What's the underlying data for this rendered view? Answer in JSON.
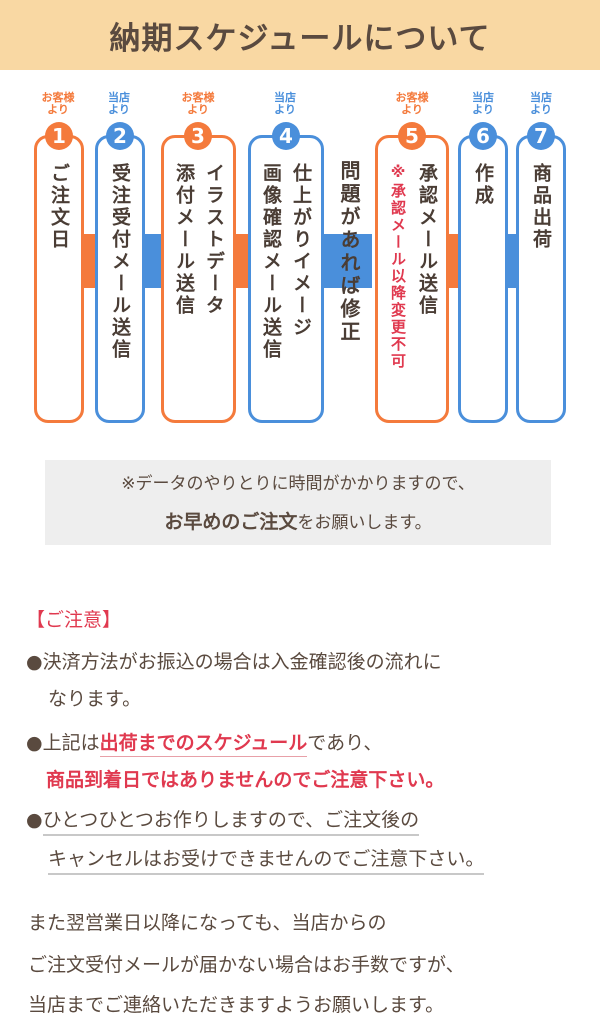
{
  "header": {
    "title": "納期スケジュールについて"
  },
  "steps": [
    {
      "num": "1",
      "from": "お客様\nより",
      "text": "ご注文日"
    },
    {
      "num": "2",
      "from": "当店\nより",
      "text": "受注受付メール送信"
    },
    {
      "num": "3",
      "from": "お客様\nより",
      "text": "イラストデータ\n添付メール送信"
    },
    {
      "num": "4",
      "from": "当店\nより",
      "text": "仕上がりイメージ\n画像確認メール送信"
    },
    {
      "num": "5",
      "from": "お客様\nより",
      "text": "承認メール送信",
      "note": "※承認メール以降変更不可"
    },
    {
      "num": "6",
      "from": "当店\nより",
      "text": "作成"
    },
    {
      "num": "7",
      "from": "当店\nより",
      "text": "商品出荷"
    }
  ],
  "revise": "問題があれば修正",
  "info": {
    "line1": "※データのやりとりに時間がかかりますので、",
    "line2_bold": "お早めのご注文",
    "line2_rest": "をお願いします。"
  },
  "notes": {
    "title": "【ご注意】",
    "bullet": "●",
    "n1a": "決済方法がお振込の場合は入金確認後の流れに",
    "n1b": "なります。",
    "n2a": "上記は",
    "n2b": "出荷までのスケジュール",
    "n2c": "であり、",
    "n2d": "商品到着日ではありませんのでご注意下さい。",
    "n3a": "ひとつひとつお作りしますので、ご注文後の",
    "n3b": "キャンセルはお受けできませんのでご注意下さい。"
  },
  "footer": [
    "また翌営業日以降になっても、当店からの",
    "ご注文受付メールが届かない場合はお手数ですが、",
    "当店までご連絡いただきますようお願いします。"
  ],
  "colors": {
    "orange": "#f47a3c",
    "blue": "#4a8fdb",
    "red": "#e0394f",
    "header_bg": "#f9d8a3"
  }
}
